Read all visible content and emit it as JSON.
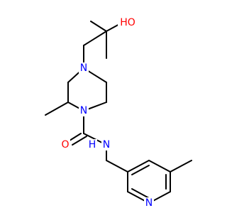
{
  "molecule": {
    "atoms": {
      "hydroxyl": {
        "text": "HO",
        "color": "#ff0000"
      },
      "piperazine_n4": {
        "text": "N",
        "color": "#0000ff"
      },
      "piperazine_n1": {
        "text": "N",
        "color": "#0000ff"
      },
      "carbonyl_o": {
        "text": "O",
        "color": "#ff0000"
      },
      "amide_nh": {
        "text": "N",
        "color": "#0000ff"
      },
      "amide_h": {
        "text": "H",
        "color": "#0000ff"
      },
      "pyridine_n": {
        "text": "N",
        "color": "#0000ff"
      }
    }
  }
}
